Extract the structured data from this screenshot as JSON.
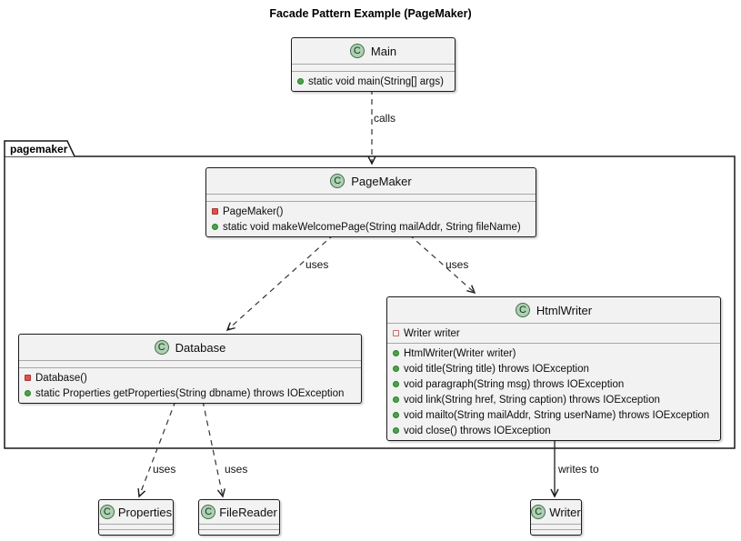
{
  "title": "Facade Pattern Example (PageMaker)",
  "package": {
    "name": "pagemaker"
  },
  "stereotype": "C",
  "colors": {
    "class_fill": "#f2f2f2",
    "border": "#1b1b1b",
    "class_icon_fill": "#ADD1B2",
    "public_member": "#4AA546",
    "private_member": "#E0504D",
    "private_field_border": "#CB6B6B"
  },
  "classes": {
    "main": {
      "name": "Main",
      "members": [
        {
          "icon": "public-method-icon",
          "text": "static void main(String[] args)"
        }
      ]
    },
    "pagemaker": {
      "name": "PageMaker",
      "members": [
        {
          "icon": "private-method-icon",
          "text": "PageMaker()"
        },
        {
          "icon": "public-method-icon",
          "text": "static void makeWelcomePage(String mailAddr, String fileName)"
        }
      ]
    },
    "database": {
      "name": "Database",
      "members": [
        {
          "icon": "private-method-icon",
          "text": "Database()"
        },
        {
          "icon": "public-method-icon",
          "text": "static Properties getProperties(String dbname) throws IOException"
        }
      ]
    },
    "htmlwriter": {
      "name": "HtmlWriter",
      "fields": [
        {
          "icon": "private-field-icon",
          "text": "Writer writer"
        }
      ],
      "methods": [
        {
          "icon": "public-method-icon",
          "text": "HtmlWriter(Writer writer)"
        },
        {
          "icon": "public-method-icon",
          "text": "void title(String title) throws IOException"
        },
        {
          "icon": "public-method-icon",
          "text": "void paragraph(String msg) throws IOException"
        },
        {
          "icon": "public-method-icon",
          "text": "void link(String href, String caption) throws IOException"
        },
        {
          "icon": "public-method-icon",
          "text": "void mailto(String mailAddr, String userName) throws IOException"
        },
        {
          "icon": "public-method-icon",
          "text": "void close() throws IOException"
        }
      ]
    },
    "properties": {
      "name": "Properties"
    },
    "filereader": {
      "name": "FileReader"
    },
    "writer": {
      "name": "Writer"
    }
  },
  "edges": {
    "main_to_pagemaker": "calls",
    "pagemaker_to_database": "uses",
    "pagemaker_to_htmlwriter": "uses",
    "database_to_properties": "uses",
    "database_to_filereader": "uses",
    "htmlwriter_to_writer": "writes to"
  }
}
